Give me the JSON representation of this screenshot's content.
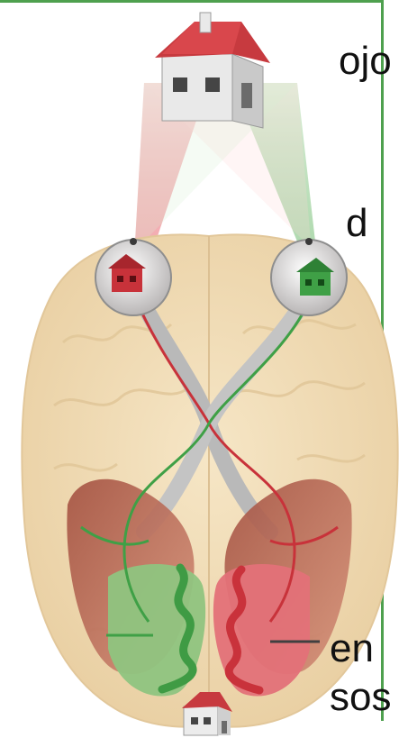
{
  "text_fragments": {
    "top_right": "ojo",
    "mid_right": "d",
    "bottom_line1": "en",
    "bottom_line2": "sos"
  },
  "colors": {
    "left_eye_color": "#c8323a",
    "right_eye_color": "#3fa046",
    "brain_color": "#f1dcb6",
    "frame_color": "#4ea04e"
  },
  "icons": [
    "house-icon",
    "eye-icon",
    "brain-icon"
  ]
}
